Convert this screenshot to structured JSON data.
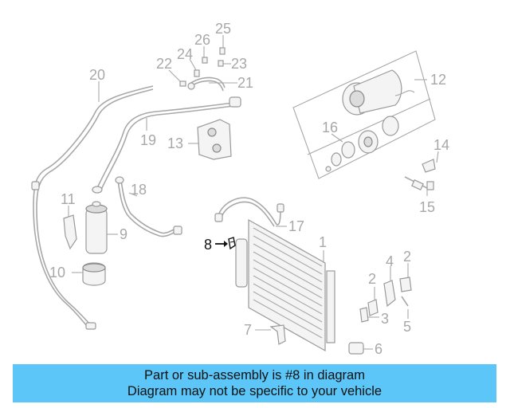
{
  "diagram": {
    "part_numbers": [
      "1",
      "2",
      "2",
      "3",
      "4",
      "5",
      "6",
      "7",
      "8",
      "9",
      "10",
      "11",
      "12",
      "13",
      "14",
      "15",
      "16",
      "17",
      "18",
      "19",
      "20",
      "21",
      "22",
      "23",
      "24",
      "25",
      "26"
    ],
    "highlighted_part": "8",
    "colors": {
      "callout": "#a8a8a8",
      "highlight": "#111111",
      "banner": "#5bc6f7"
    }
  },
  "banner": {
    "line1": "Part or sub-assembly is #8 in diagram",
    "line2": "Diagram may not be specific to your vehicle"
  }
}
